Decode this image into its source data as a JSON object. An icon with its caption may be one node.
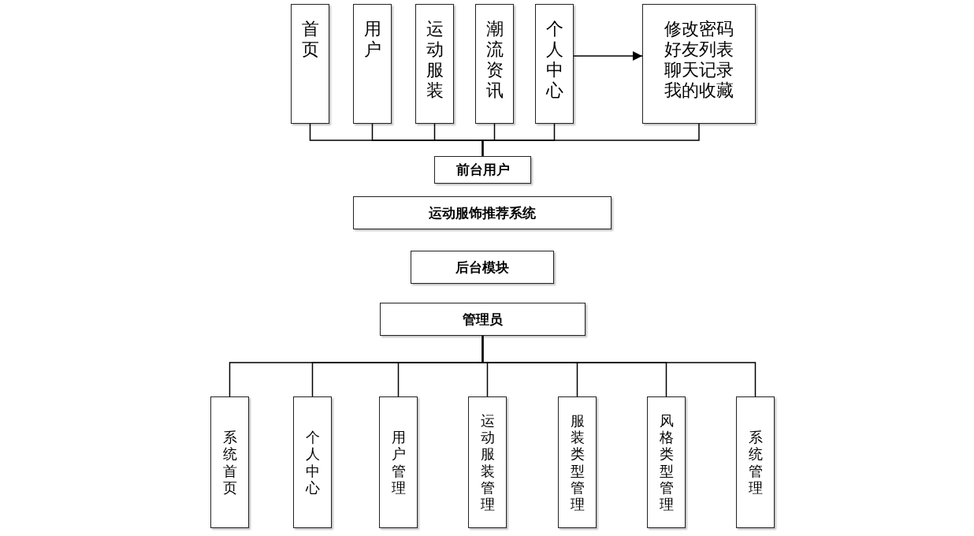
{
  "diagram": {
    "nodes": [
      {
        "text": [
          "首页"
        ]
      },
      {
        "text": [
          "用户"
        ]
      },
      {
        "text": [
          "运动服装"
        ]
      },
      {
        "text": [
          "潮流资讯"
        ]
      },
      {
        "text": [
          "个人中心"
        ]
      },
      {
        "text": [
          "修改密码",
          "好友列表",
          "聊天记录",
          "我的收藏"
        ]
      },
      {
        "text": [
          "前台用户"
        ]
      },
      {
        "text": [
          "运动服饰推荐系统"
        ]
      },
      {
        "text": [
          "后台模块"
        ]
      },
      {
        "text": [
          "管理员"
        ]
      },
      {
        "text": [
          "系统首页"
        ]
      },
      {
        "text": [
          "个人中心"
        ]
      },
      {
        "text": [
          "用户管理"
        ]
      },
      {
        "text": [
          "运动服装管理"
        ]
      },
      {
        "text": [
          "服装类型管理"
        ]
      },
      {
        "text": [
          "风格类型管理"
        ]
      },
      {
        "text": [
          "系统管理"
        ]
      }
    ],
    "edges": [
      {
        "from": 6,
        "to": 0,
        "arrow": "none"
      },
      {
        "from": 6,
        "to": 1,
        "arrow": "none"
      },
      {
        "from": 6,
        "to": 2,
        "arrow": "none"
      },
      {
        "from": 6,
        "to": 3,
        "arrow": "none"
      },
      {
        "from": 6,
        "to": 4,
        "arrow": "none"
      },
      {
        "from": 6,
        "to": 5,
        "arrow": "none"
      },
      {
        "from": 4,
        "to": 5,
        "arrow": "to"
      },
      {
        "from": 9,
        "to": 10,
        "arrow": "none"
      },
      {
        "from": 9,
        "to": 11,
        "arrow": "none"
      },
      {
        "from": 9,
        "to": 12,
        "arrow": "none"
      },
      {
        "from": 9,
        "to": 13,
        "arrow": "none"
      },
      {
        "from": 9,
        "to": 14,
        "arrow": "none"
      },
      {
        "from": 9,
        "to": 15,
        "arrow": "none"
      },
      {
        "from": 9,
        "to": 16,
        "arrow": "none"
      }
    ]
  }
}
